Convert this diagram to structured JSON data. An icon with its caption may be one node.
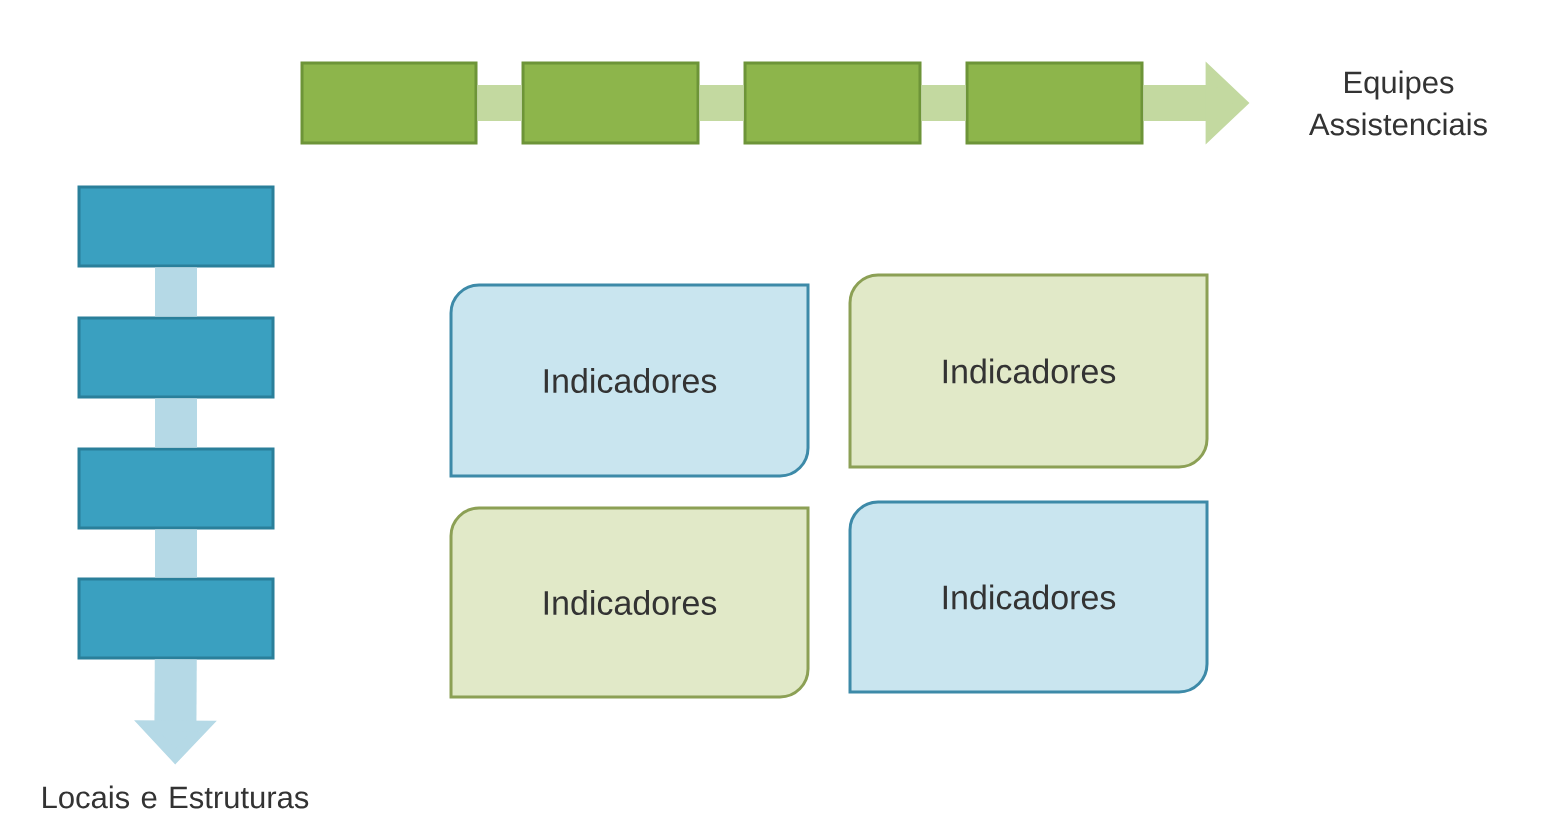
{
  "diagram": {
    "nodes": [
      {
        "text": [],
        "shape": "box"
      },
      {
        "text": [],
        "shape": "box"
      },
      {
        "text": [],
        "shape": "box"
      },
      {
        "text": [],
        "shape": "box"
      },
      {
        "text": [
          "Equipes Assistenciais"
        ]
      },
      {
        "text": [],
        "shape": "box"
      },
      {
        "text": [],
        "shape": "box"
      },
      {
        "text": [],
        "shape": "box"
      },
      {
        "text": [],
        "shape": "box"
      },
      {
        "text": [
          "Locais e Estruturas"
        ]
      },
      {
        "text": [
          "Indicadores"
        ]
      },
      {
        "text": [
          "Indicadores"
        ]
      },
      {
        "text": [
          "Indicadores"
        ]
      },
      {
        "text": [
          "Indicadores"
        ]
      }
    ],
    "edges": [
      {
        "from": 0,
        "to": 1,
        "arrow": "none",
        "color": "#c3d9a0"
      },
      {
        "from": 1,
        "to": 2,
        "arrow": "none",
        "color": "#c3d9a0"
      },
      {
        "from": 2,
        "to": 3,
        "arrow": "none",
        "color": "#c3d9a0"
      },
      {
        "from": 3,
        "to": 4,
        "arrow": "to",
        "color": "#c3d9a0"
      },
      {
        "from": 5,
        "to": 6,
        "arrow": "none",
        "color": "#b5d9e6"
      },
      {
        "from": 6,
        "to": 7,
        "arrow": "none",
        "color": "#b5d9e6"
      },
      {
        "from": 7,
        "to": 8,
        "arrow": "none",
        "color": "#b5d9e6"
      },
      {
        "from": 8,
        "to": 9,
        "arrow": "to",
        "color": "#b5d9e6"
      }
    ]
  }
}
